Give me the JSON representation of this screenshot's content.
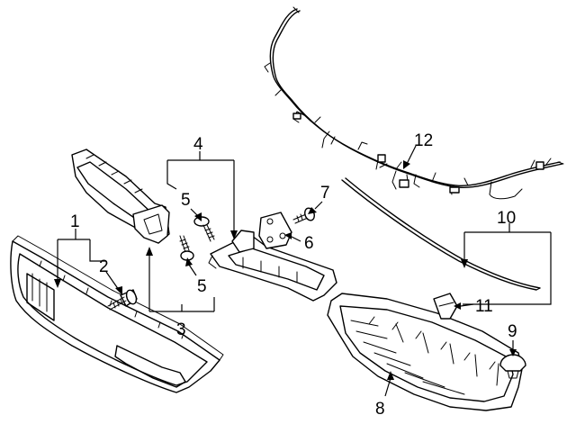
{
  "callouts": {
    "c1": "1",
    "c2": "2",
    "c3": "3",
    "c4": "4",
    "c5a": "5",
    "c5b": "5",
    "c6": "6",
    "c7": "7",
    "c8": "8",
    "c9": "9",
    "c10": "10",
    "c11": "11",
    "c12": "12"
  }
}
